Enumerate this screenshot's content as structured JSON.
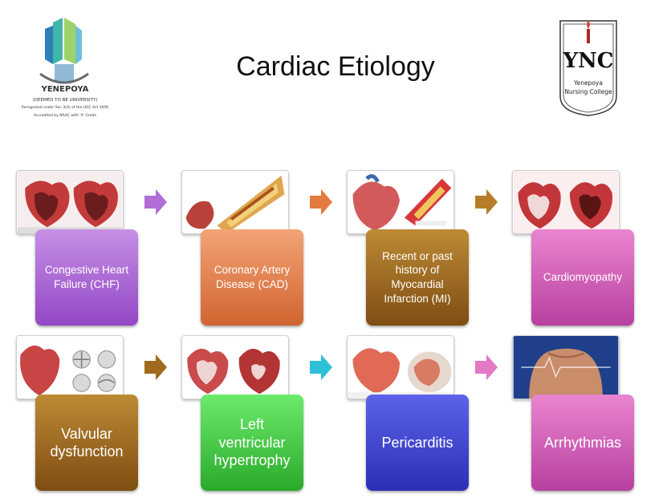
{
  "title": "Cardiac Etiology",
  "logos": {
    "left": {
      "name": "YENEPOYA",
      "line1": "(DEEMED TO BE UNIVERSITY)",
      "line2": "Recognized under Sec 3(A) of the UGC Act 1956",
      "line3": "Accredited by NAAC with 'A' Grade"
    },
    "right": {
      "monogram": "YNC",
      "line1": "Yenepoya",
      "line2": "Nursing College"
    }
  },
  "colors": {
    "violet": "#9247c4",
    "orange": "#d16430",
    "brown": "#7e4d12",
    "pink": "#b8409f",
    "green": "#2aaa2a",
    "blue": "#2b2fb5"
  },
  "causes": [
    {
      "label": "Congestive Heart Failure (CHF)"
    },
    {
      "label": "Coronary Artery Disease (CAD)"
    },
    {
      "label": "Recent or past history of Myocardial Infarction (MI)"
    },
    {
      "label": "Cardiomyopathy"
    },
    {
      "label": "Valvular dysfunction"
    },
    {
      "label": "Left ventricular hypertrophy"
    },
    {
      "label": "Pericarditis"
    },
    {
      "label": "Arrhythmias"
    }
  ]
}
